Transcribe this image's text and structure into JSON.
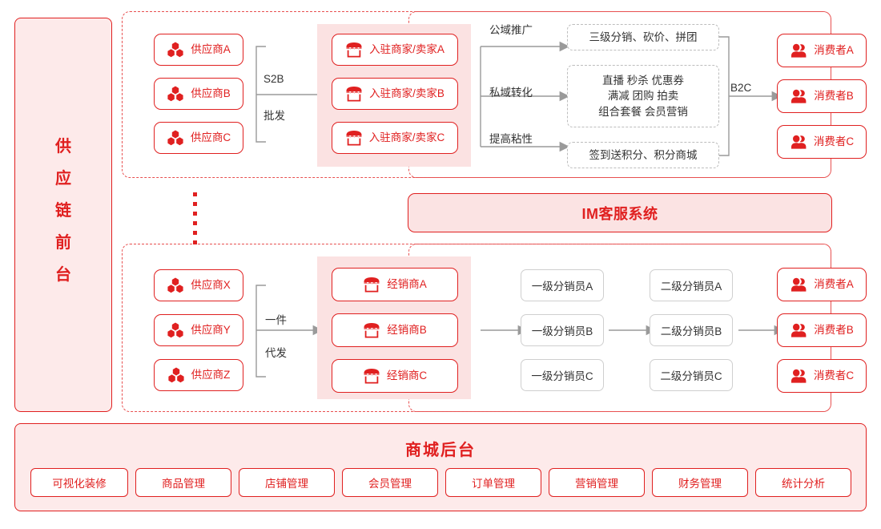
{
  "sidebar": {
    "title_chars": [
      "供",
      "应",
      "链",
      "前",
      "台"
    ],
    "title": "供应链前台"
  },
  "icons": {
    "supplier": "hexagon-cluster-icon",
    "shop": "storefront-icon",
    "consumer": "people-icon"
  },
  "top_flow": {
    "suppliers": [
      {
        "label": "供应商A"
      },
      {
        "label": "供应商B"
      },
      {
        "label": "供应商C"
      }
    ],
    "connector": {
      "line1": "S2B",
      "line2": "批发"
    },
    "sellers": [
      {
        "label": "入驻商家/卖家A"
      },
      {
        "label": "入驻商家/卖家B"
      },
      {
        "label": "入驻商家/卖家C"
      }
    ],
    "channels": [
      {
        "label": "公域推广"
      },
      {
        "label": "私域转化"
      },
      {
        "label": "提高粘性"
      }
    ],
    "capabilities": [
      {
        "text": "三级分销、砍价、拼团"
      },
      {
        "text": "直播 秒杀 优惠券\n满减 团购 拍卖\n组合套餐 会员营销"
      },
      {
        "text": "签到送积分、积分商城"
      }
    ],
    "b2c_label": "B2C",
    "consumers": [
      {
        "label": "消费者A"
      },
      {
        "label": "消费者B"
      },
      {
        "label": "消费者C"
      }
    ]
  },
  "im_bar": {
    "label": "IM客服系统"
  },
  "bottom_flow": {
    "suppliers": [
      {
        "label": "供应商X"
      },
      {
        "label": "供应商Y"
      },
      {
        "label": "供应商Z"
      }
    ],
    "connector": {
      "line1": "一件",
      "line2": "代发"
    },
    "dealers": [
      {
        "label": "经销商A"
      },
      {
        "label": "经销商B"
      },
      {
        "label": "经销商C"
      }
    ],
    "level1": [
      {
        "label": "一级分销员A"
      },
      {
        "label": "一级分销员B"
      },
      {
        "label": "一级分销员C"
      }
    ],
    "level2": [
      {
        "label": "二级分销员A"
      },
      {
        "label": "二级分销员B"
      },
      {
        "label": "二级分销员C"
      }
    ],
    "consumers": [
      {
        "label": "消费者A"
      },
      {
        "label": "消费者B"
      },
      {
        "label": "消费者C"
      }
    ]
  },
  "footer": {
    "title": "商城后台",
    "chips": [
      {
        "label": "可视化装修"
      },
      {
        "label": "商品管理"
      },
      {
        "label": "店铺管理"
      },
      {
        "label": "会员管理"
      },
      {
        "label": "订单管理"
      },
      {
        "label": "营销管理"
      },
      {
        "label": "财务管理"
      },
      {
        "label": "统计分析"
      }
    ]
  },
  "colors": {
    "brand_red": "#e02020",
    "panel_pink": "#fdeaea",
    "band_pink": "#fbe2e2",
    "gray_line": "#999999",
    "gray_border": "#cfcfcf"
  }
}
